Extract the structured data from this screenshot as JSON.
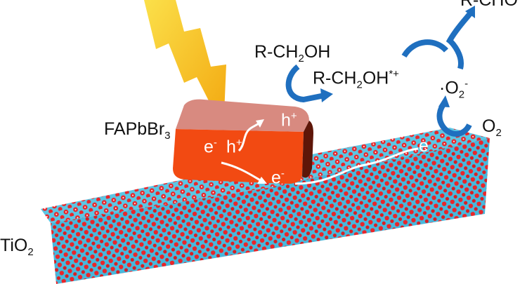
{
  "labels": {
    "product": "R-CHO",
    "alcohol": "R-CH",
    "alcohol_sub": "2",
    "alcohol_tail": "OH",
    "radical_cation": "R-CH",
    "radical_cation_sub": "2",
    "radical_cation_tail": "OH",
    "radical_cation_sup": "*+",
    "superoxide": "·O",
    "superoxide_sub": "2",
    "superoxide_sup": "-",
    "oxygen": "O",
    "oxygen_sub": "2",
    "perovskite": "FAPbBr",
    "perovskite_sub": "3",
    "support": "TiO",
    "support_sub": "2",
    "electron": "e",
    "electron_sup": "-",
    "hole": "h",
    "hole_sup": "+"
  },
  "colors": {
    "arrow_blue": "#1f6fbf",
    "crystal_front": "#f24a12",
    "crystal_top": "#d88a80",
    "crystal_side": "#5e1608",
    "oxygen_atom": "#e8262a",
    "titanium_atom": "#4fc3e3",
    "lightning": "#f7c21b"
  }
}
